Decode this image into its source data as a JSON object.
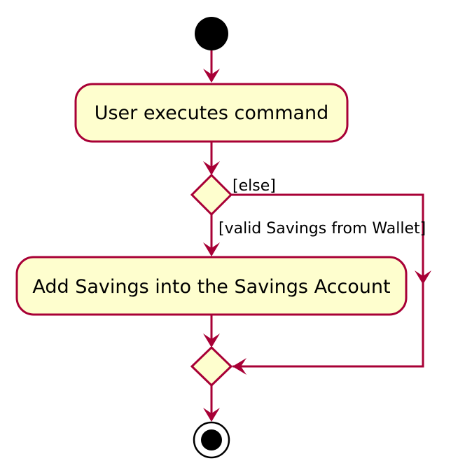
{
  "diagram": {
    "type": "activity",
    "actions": [
      {
        "id": "user-executes-command",
        "label": "User executes command"
      },
      {
        "id": "add-savings",
        "label": "Add Savings into the Savings Account"
      }
    ],
    "guards": {
      "else": "[else]",
      "valid": "[valid Savings from Wallet]"
    }
  },
  "colors": {
    "node_fill": "#FEFECE",
    "line": "#A80036",
    "start": "#000000",
    "end_outer": "#FFFFFF",
    "end_inner": "#000000"
  }
}
